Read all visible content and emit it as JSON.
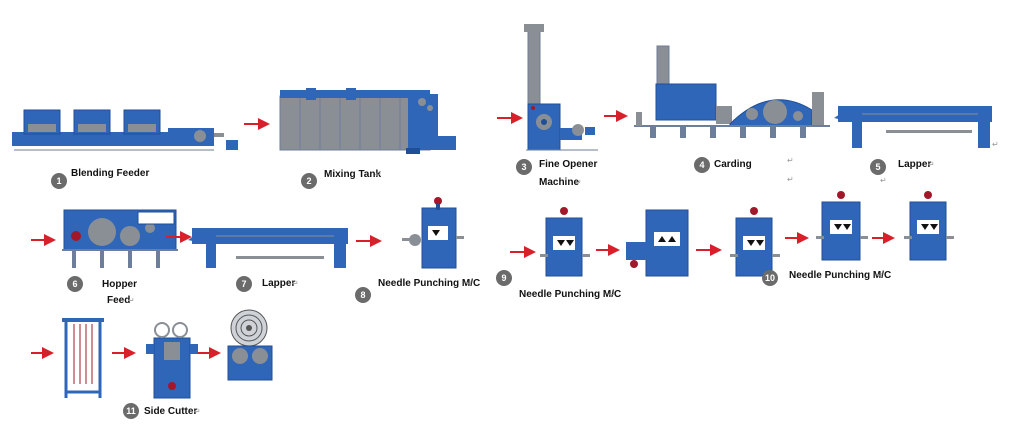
{
  "colors": {
    "machine": "#2f66b8",
    "machine_dark": "#1f4f97",
    "steel": "#8a8f96",
    "frame": "#6d7e9a",
    "arrow": "#d8202a",
    "badge": "#6b6b6b",
    "accent_red": "#a1182a"
  },
  "stages": [
    {
      "num": "1",
      "label": "Blending Feeder"
    },
    {
      "num": "2",
      "label": "Mixing Tank"
    },
    {
      "num": "3",
      "label_line1": "Fine Opener",
      "label_line2": "Machine"
    },
    {
      "num": "4",
      "label": "Carding"
    },
    {
      "num": "5",
      "label": "Lapper"
    },
    {
      "num": "6",
      "label_line1": "Hopper",
      "label_line2": "Feed"
    },
    {
      "num": "7",
      "label": "Lapper"
    },
    {
      "num": "8",
      "label": "Needle Punching M/C"
    },
    {
      "num": "9",
      "label": "Needle Punching M/C"
    },
    {
      "num": "10",
      "label": "Needle Punching M/C"
    },
    {
      "num": "11",
      "label": "Side Cutter"
    }
  ],
  "marks": {
    "return": "↵"
  }
}
